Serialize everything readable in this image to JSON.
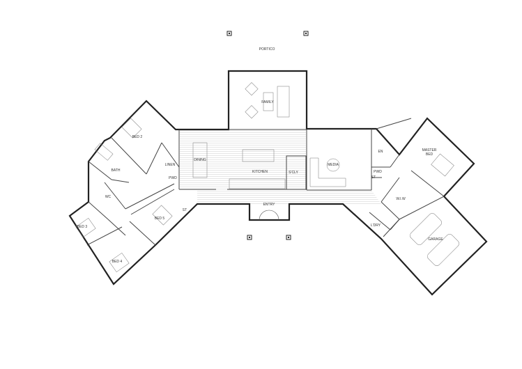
{
  "plan": {
    "labels": {
      "portico": "PORTICO",
      "family": "FAMILY",
      "bed2": "BED 2",
      "linen": "LINEN",
      "bath": "BATH",
      "dining": "DINING",
      "kitchen": "KITCHEN",
      "scullery": "S'CLY",
      "media": "MEDIA",
      "ensuite": "EN",
      "master_bed_1": "MASTER",
      "master_bed_2": "BED",
      "pwd_right": "PWD",
      "st_right": "ST",
      "wiw": "W.I.W",
      "laundry": "L'DRY",
      "garage": "GARAGE",
      "wc": "WC",
      "bed3": "BED 3",
      "bed5": "BED 5",
      "bed4": "BED 4",
      "st_left": "ST",
      "pwd_left": "PWD",
      "entry": "ENTRY"
    },
    "colors": {
      "wall": "#222222",
      "floor_hatch": "#cccccc",
      "background": "#ffffff"
    }
  }
}
